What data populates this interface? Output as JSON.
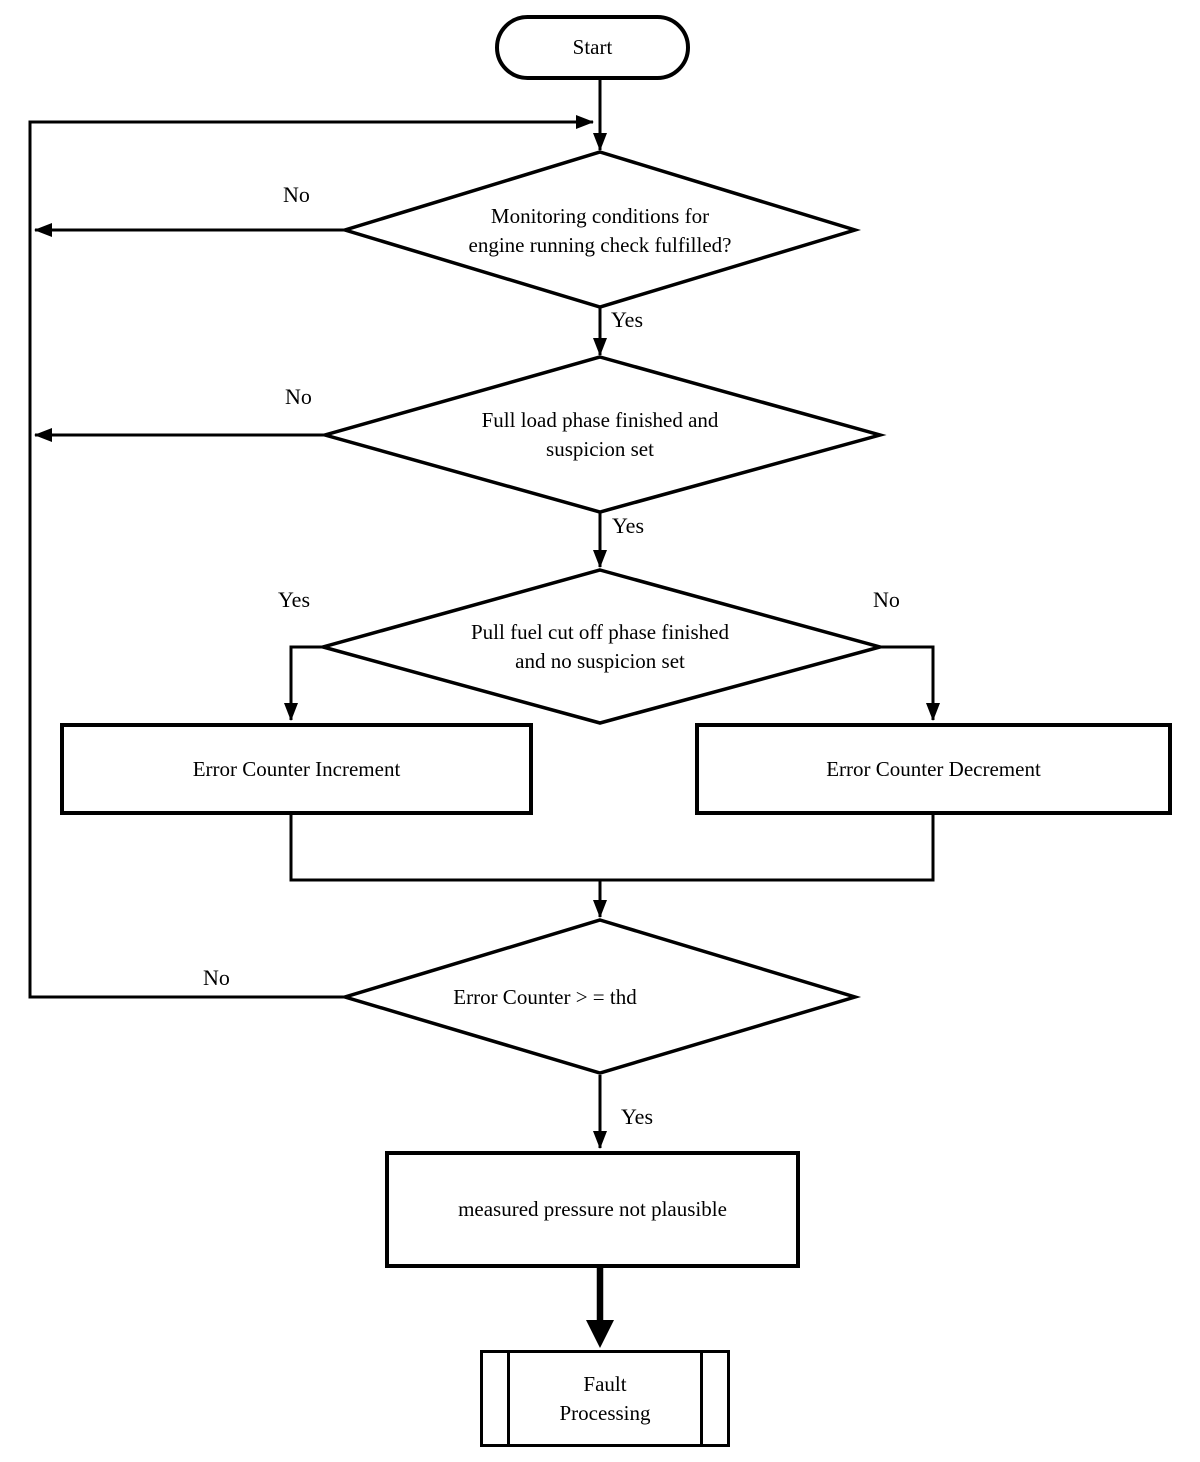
{
  "diagram": {
    "type": "flowchart",
    "colors": {
      "line": "#000000",
      "background": "#ffffff",
      "text": "#000000"
    },
    "nodes": {
      "start": "Start",
      "monitoring_decision": "Monitoring  conditions for\nengine running check fulfilled?",
      "full_load_decision": "Full load phase finished and\nsuspicion set",
      "fuel_cut_decision": "Pull fuel cut off phase finished\nand no suspicion set",
      "error_counter_increment": "Error Counter Increment",
      "error_counter_decrement": "Error Counter Decrement",
      "threshold_decision": "Error Counter > = thd",
      "measured_pressure": "measured pressure not plausible",
      "fault_processing": "Fault\nProcessing"
    },
    "edge_labels": {
      "monitoring_no": "No",
      "monitoring_yes": "Yes",
      "full_load_no": "No",
      "full_load_yes": "Yes",
      "fuel_cut_yes": "Yes",
      "fuel_cut_no": "No",
      "threshold_no": "No",
      "threshold_yes": "Yes"
    }
  }
}
